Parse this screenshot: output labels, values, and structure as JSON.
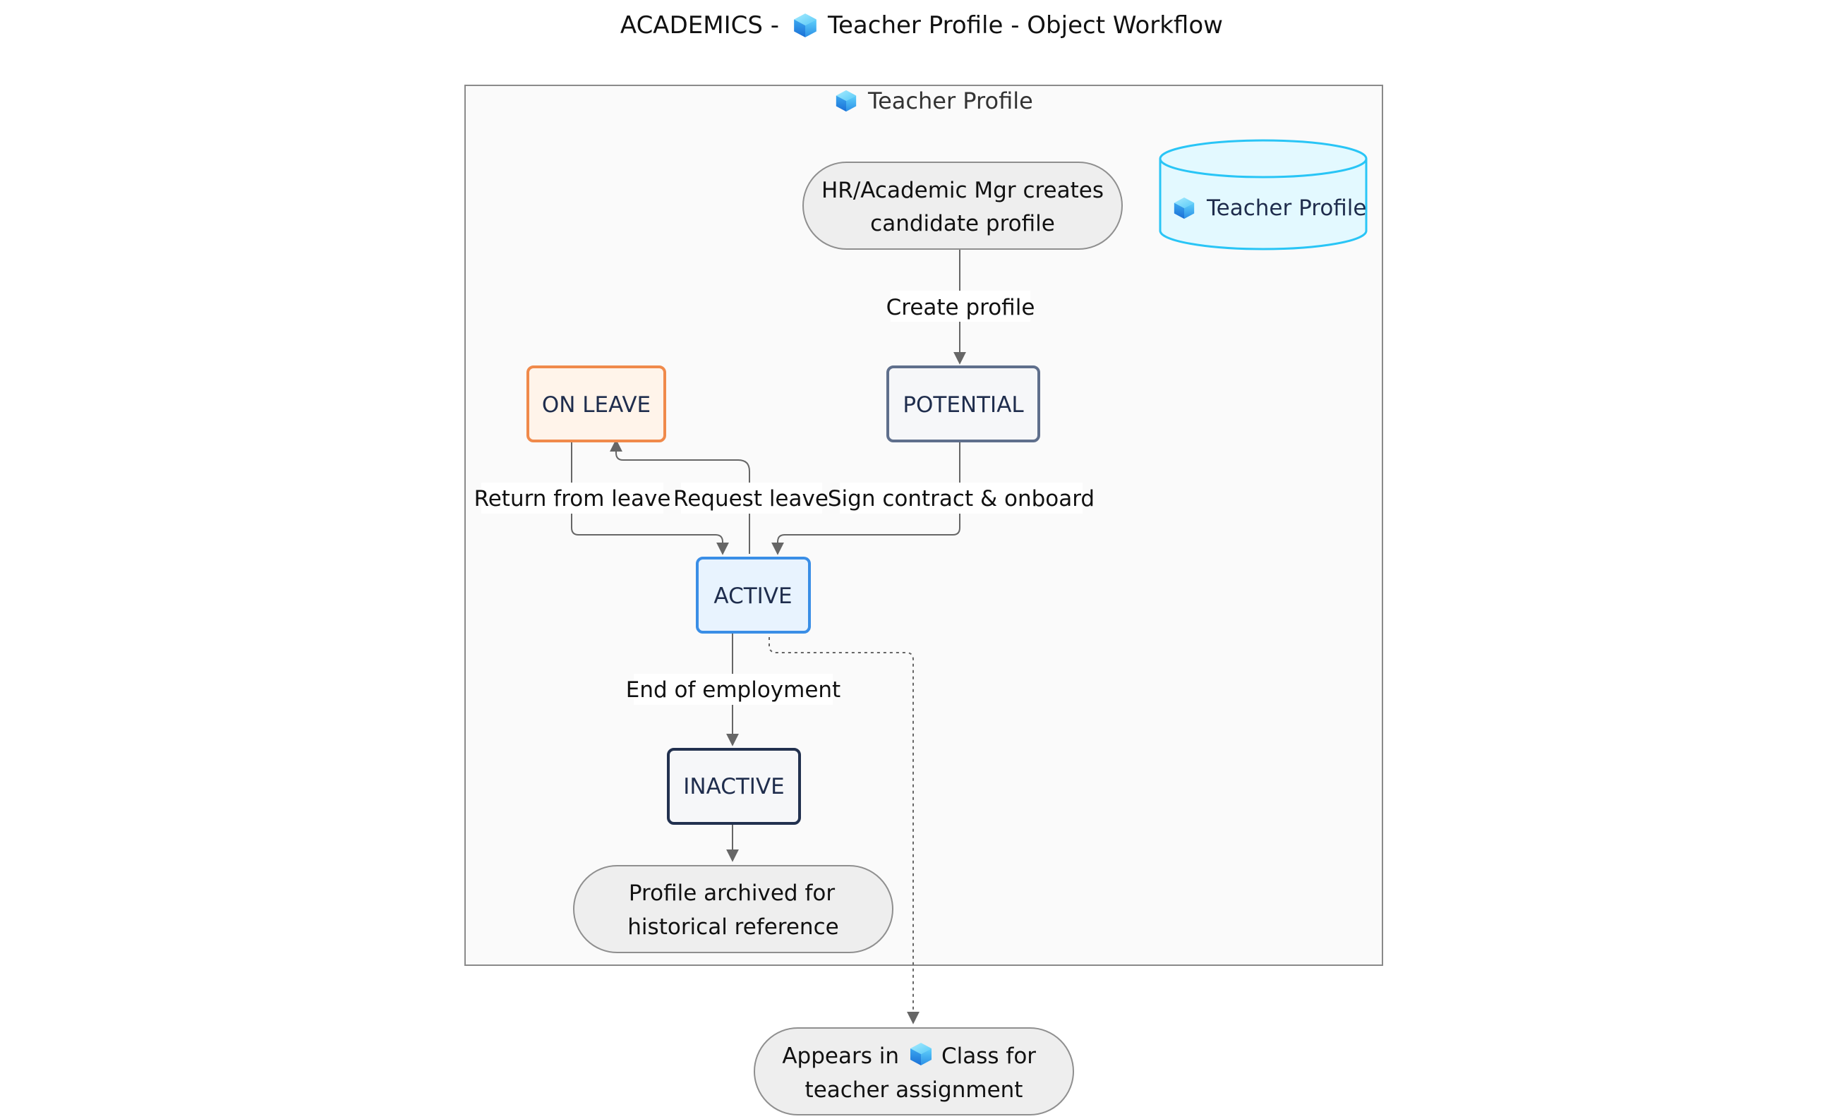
{
  "title": {
    "prefix": "ACADEMICS -",
    "icon": "cube-icon",
    "text": "Teacher Profile - Object Workflow"
  },
  "cluster": {
    "icon": "cube-icon",
    "label": "Teacher Profile"
  },
  "datastore": {
    "icon": "cube-icon",
    "label": "Teacher Profile",
    "color": "#29c5f6"
  },
  "terminals": {
    "start": [
      "HR/Academic Mgr creates",
      "candidate profile"
    ],
    "archived": [
      "Profile archived for",
      "historical reference"
    ],
    "external": {
      "line1_before": "Appears in",
      "line1_icon": "cube-icon",
      "line1_after": "Class for",
      "line2": "teacher assignment"
    }
  },
  "states": {
    "on_leave": {
      "label": "ON LEAVE",
      "color": "#f08a4b"
    },
    "potential": {
      "label": "POTENTIAL",
      "color": "#5f6f8c"
    },
    "active": {
      "label": "ACTIVE",
      "color": "#3a8ee6"
    },
    "inactive": {
      "label": "INACTIVE",
      "color": "#22314f"
    }
  },
  "edges": {
    "create_profile": "Create profile",
    "return_from_leave": "Return from leave",
    "request_leave": "Request leave",
    "sign_contract": "Sign contract & onboard",
    "end_of_employment": "End of employment"
  }
}
